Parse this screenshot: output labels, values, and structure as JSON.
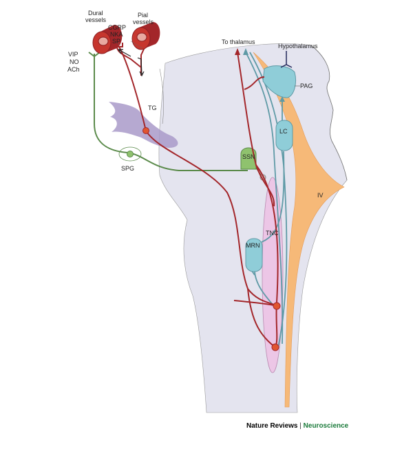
{
  "labels": {
    "dural_vessels_1": "Dural",
    "dural_vessels_2": "vessels",
    "pial_vessels_1": "Pial",
    "pial_vessels_2": "vessels",
    "neuropeptides": [
      "CGRP",
      "NKA",
      "SP"
    ],
    "parasympathetic": [
      "VIP",
      "NO",
      "ACh"
    ],
    "tg": "TG",
    "spg": "SPG",
    "ssn": "SSN",
    "to_thalamus": "To thalamus",
    "hypothalamus": "Hypothalamus",
    "pag": "PAG",
    "lc": "LC",
    "iv": "IV",
    "tnc": "TNC",
    "mrn": "MRN"
  },
  "credit": {
    "publisher": "Nature Reviews",
    "separator": "|",
    "journal": "Neuroscience"
  },
  "colors": {
    "trigeminal_red": "#a3262a",
    "parasympathetic_green": "#5a8a4a",
    "modulatory_teal": "#5e9aa6",
    "ventricle_orange": "#f6b978",
    "brainstem_lavender": "#e4e4ef",
    "tnc_pink": "#ecc6e6",
    "tg_purple": "#a99ac9",
    "journal_green": "#1a7a3a"
  }
}
